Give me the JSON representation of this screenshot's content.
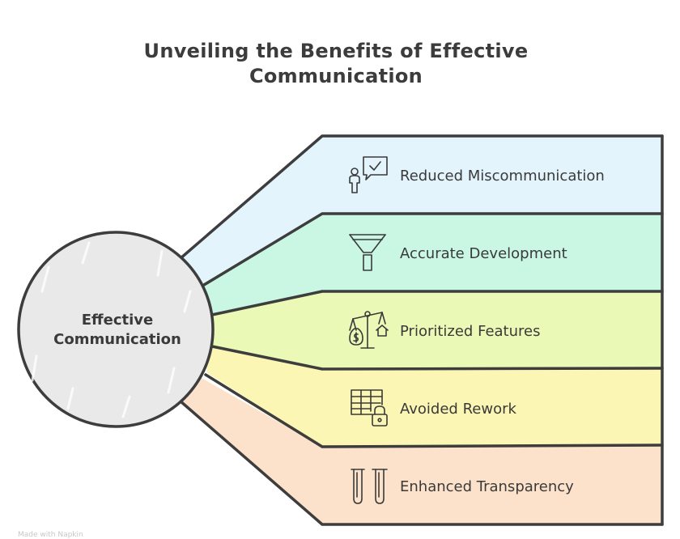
{
  "title": {
    "line1": "Unveiling the Benefits of Effective",
    "line2": "Communication"
  },
  "center": {
    "line1": "Effective",
    "line2": "Communication"
  },
  "benefits": [
    {
      "label": "Reduced Miscommunication",
      "icon": "person-chat-icon",
      "color": "#e3f4fd"
    },
    {
      "label": "Accurate Development",
      "icon": "funnel-icon",
      "color": "#c9f7e3"
    },
    {
      "label": "Prioritized Features",
      "icon": "balance-scale-icon",
      "color": "#eafab6"
    },
    {
      "label": "Avoided Rework",
      "icon": "locked-spreadsheet-icon",
      "color": "#fbf6b3"
    },
    {
      "label": "Enhanced Transparency",
      "icon": "test-tubes-icon",
      "color": "#fde2cb"
    }
  ],
  "footer": "Made with Napkin"
}
